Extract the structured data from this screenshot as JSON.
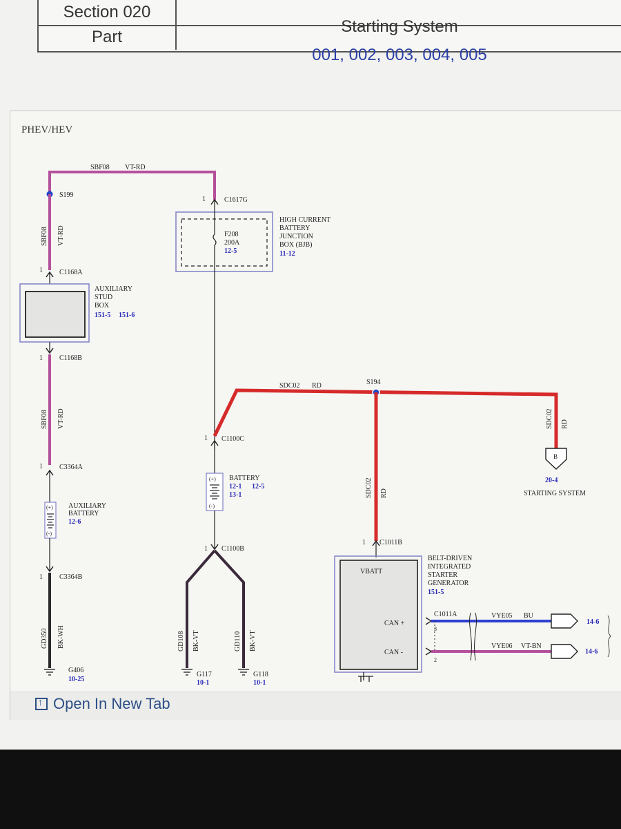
{
  "header": {
    "section_label": "Section 020",
    "section_value": "Starting System",
    "part_label": "Part",
    "part_value": "001, 002, 003, 004, 005"
  },
  "diagram": {
    "title": "PHEV/HEV",
    "wires": {
      "top_left": {
        "circuit": "SBF08",
        "color": "VT-RD"
      },
      "left_upper": {
        "circuit": "SBF08",
        "color": "VT-RD"
      },
      "left_lower": {
        "circuit": "SBF08",
        "color": "VT-RD"
      },
      "left_ground": {
        "circuit": "GD350",
        "color": "BK-WH"
      },
      "battery_ground_a": {
        "circuit": "GD108",
        "color": "BK-VT"
      },
      "battery_ground_b": {
        "circuit": "GD110",
        "color": "BK-VT"
      },
      "main": {
        "circuit": "SDC02",
        "color": "RD"
      },
      "to_starter": {
        "circuit": "SDC02",
        "color": "RD"
      },
      "to_bisg": {
        "circuit": "SDC02",
        "color": "RD"
      },
      "can_plus": {
        "circuit": "VYE05",
        "color": "BU"
      },
      "can_minus": {
        "circuit": "VYE06",
        "color": "VT-BN"
      }
    },
    "splices": {
      "s199": "S199",
      "s194": "S194"
    },
    "connectors": {
      "c1617g": {
        "pin": "1",
        "name": "C1617G"
      },
      "c1168a": {
        "pin": "1",
        "name": "C1168A"
      },
      "c1168b": {
        "pin": "1",
        "name": "C1168B"
      },
      "c3364a": {
        "pin": "1",
        "name": "C3364A"
      },
      "c3364b": {
        "pin": "1",
        "name": "C3364B"
      },
      "c1100c": {
        "pin": "1",
        "name": "C1100C"
      },
      "c1100b": {
        "pin": "1",
        "name": "C1100B"
      },
      "c1011b": {
        "pin": "1",
        "name": "C1011B"
      },
      "c1011a": {
        "name": "C1011A",
        "pin_plus": "3",
        "pin_minus": "2"
      }
    },
    "components": {
      "bjb": {
        "line1": "HIGH CURRENT",
        "line2": "BATTERY",
        "line3": "JUNCTION",
        "line4": "BOX (BJB)",
        "ref": "11-12",
        "fuse": "F208",
        "amps": "200A",
        "fuse_ref": "12-5"
      },
      "aux_stud": {
        "line1": "AUXILIARY",
        "line2": "STUD",
        "line3": "BOX",
        "ref1": "151-5",
        "ref2": "151-6"
      },
      "aux_battery": {
        "line1": "AUXILIARY",
        "line2": "BATTERY",
        "ref": "12-6",
        "plus": "(+)",
        "minus": "(-)"
      },
      "battery": {
        "name": "BATTERY",
        "ref1": "12-1",
        "ref2": "12-5",
        "ref3": "13-1",
        "plus": "(+)",
        "minus": "(-)"
      },
      "bisg": {
        "line1": "BELT-DRIVEN",
        "line2": "INTEGRATED",
        "line3": "STARTER",
        "line4": "GENERATOR",
        "ref": "151-5",
        "vbatt": "VBATT",
        "can_plus": "CAN +",
        "can_minus": "CAN -"
      },
      "starting_system": {
        "pin": "B",
        "ref": "20-4",
        "name": "STARTING SYSTEM"
      }
    },
    "grounds": {
      "g406": {
        "name": "G406",
        "ref": "10-25"
      },
      "g117": {
        "name": "G117",
        "ref": "10-1"
      },
      "g118": {
        "name": "G118",
        "ref": "10-1"
      }
    },
    "can_refs": {
      "plus": "14-6",
      "minus": "14-6"
    },
    "colors": {
      "vt_rd": "#b5509b",
      "rd": "#d62a2a",
      "bu": "#2f3fd0",
      "vt_bn": "#b5509b",
      "bk": "#2b2b2b",
      "ref_blue": "#2a2ab8"
    }
  },
  "footer": {
    "open_in_new_tab": "Open In New Tab"
  }
}
